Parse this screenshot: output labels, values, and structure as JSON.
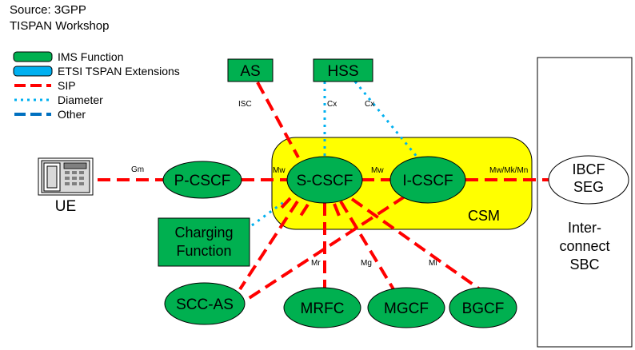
{
  "source": "Source: 3GPP",
  "workshop": "TISPAN Workshop",
  "legend": [
    {
      "label": "IMS Function",
      "kind": "swatch",
      "color": "#00b050"
    },
    {
      "label": "ETSI TSPAN Extensions",
      "kind": "swatch",
      "color": "#00b0f0"
    },
    {
      "label": "SIP",
      "kind": "line",
      "style": "dashed",
      "color": "#ff0000"
    },
    {
      "label": "Diameter",
      "kind": "line",
      "style": "dotted",
      "color": "#00b0f0"
    },
    {
      "label": "Other",
      "kind": "line",
      "style": "dashed",
      "color": "#0070c0"
    }
  ],
  "colors": {
    "ims_green": "#00b050",
    "etsi_blue": "#00b0f0",
    "sip_red": "#ff0000",
    "diameter_blue": "#00b0f0",
    "other_blue": "#0070c0",
    "csm_yellow": "#ffff00"
  },
  "nodes": {
    "as": "AS",
    "hss": "HSS",
    "ue": "UE",
    "pcscf": "P-CSCF",
    "scscf": "S-CSCF",
    "icscf": "I-CSCF",
    "csm": "CSM",
    "charging_line1": "Charging",
    "charging_line2": "Function",
    "sccas": "SCC-AS",
    "mrfc": "MRFC",
    "mgcf": "MGCF",
    "bgcf": "BGCF",
    "ibcf_line1": "IBCF",
    "ibcf_line2": "SEG",
    "sbc_line1": "Inter-",
    "sbc_line2": "connect",
    "sbc_line3": "SBC"
  },
  "interfaces": {
    "isc": "ISC",
    "cx1": "Cx",
    "cx2": "Cx",
    "gm": "Gm",
    "mw1": "Mw",
    "mw2": "Mw",
    "mwmkmn": "Mw/Mk/Mn",
    "mr": "Mr",
    "mg": "Mg",
    "mi": "Mi"
  }
}
